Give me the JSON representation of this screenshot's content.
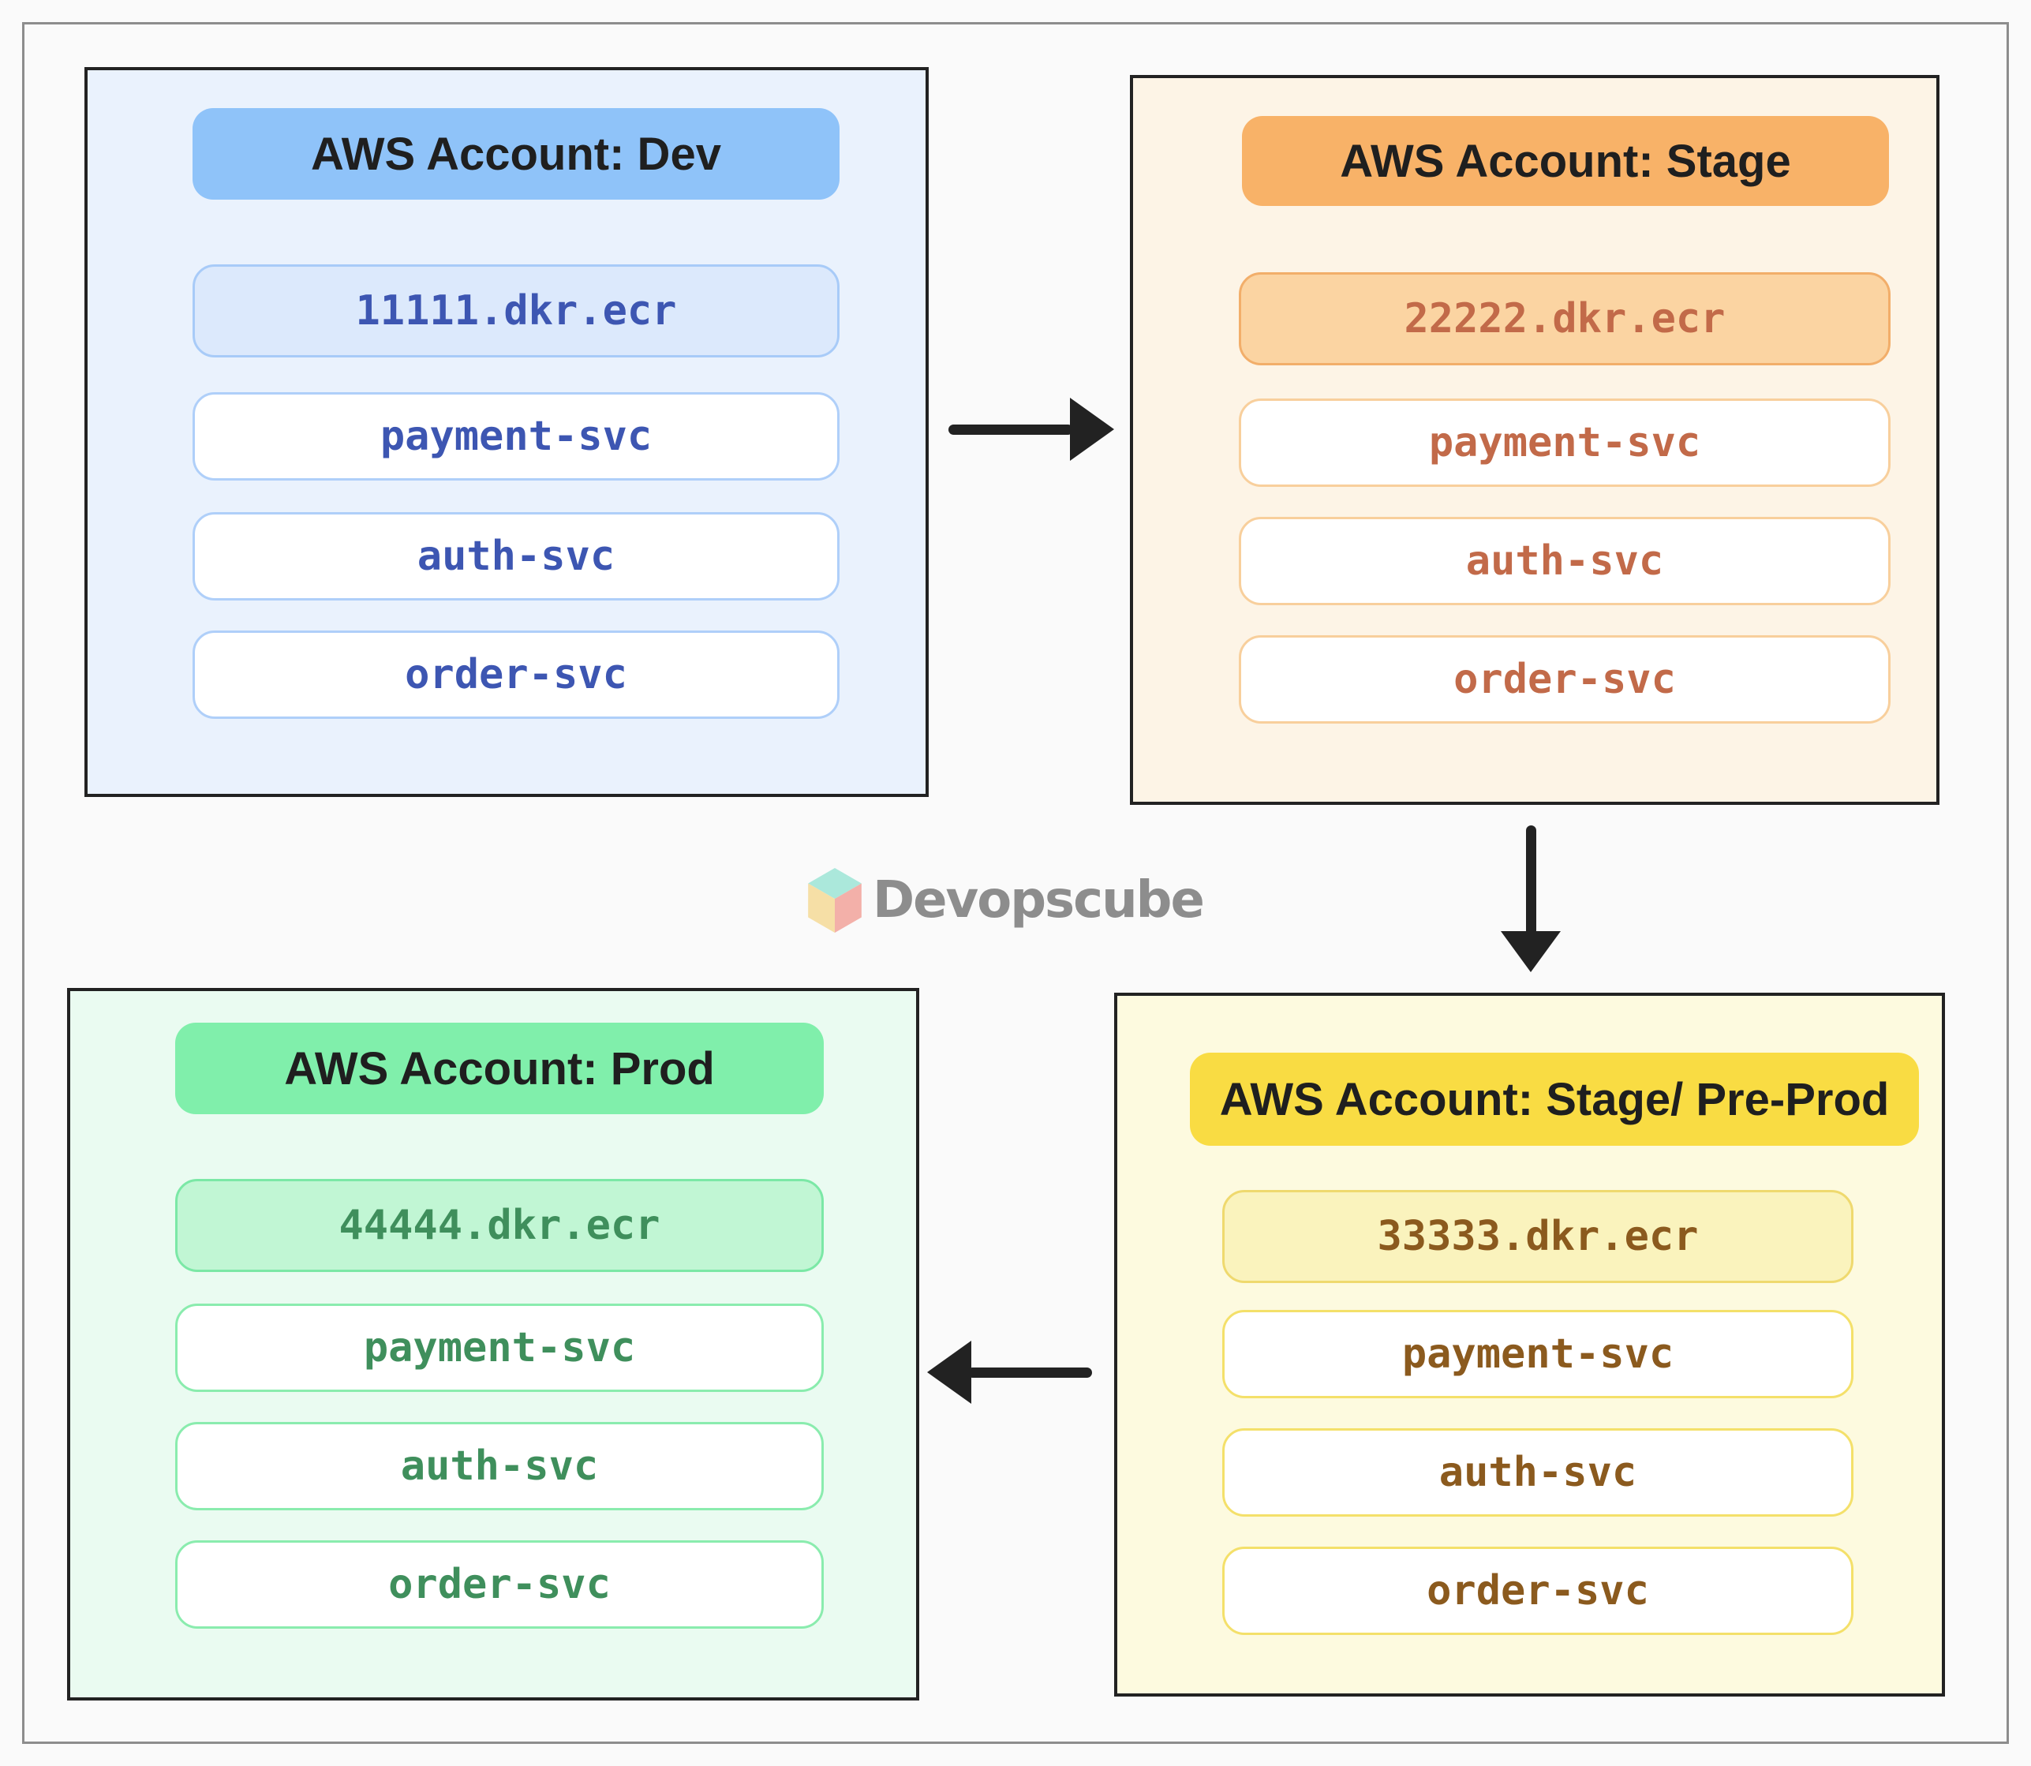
{
  "logo": {
    "text": "Devopscube",
    "text_color": "#8D8D8D",
    "cube_top_color": "#ABE8DB",
    "cube_left_color": "#F6DFA6",
    "cube_right_color": "#F3B0A9"
  },
  "accounts": [
    {
      "key": "dev",
      "title": "AWS Account: Dev",
      "ecr": "11111.dkr.ecr",
      "services": [
        "payment-svc",
        "auth-svc",
        "order-svc"
      ],
      "colors": {
        "box_bg": "#EAF2FD",
        "box_border": "#222222",
        "header_bg": "#8FC3F9",
        "ecr_bg": "#DCE9FC",
        "ecr_border": "#A8CBF8",
        "service_border": "#AFCFF9",
        "text": "#3D56B2",
        "header_text": "#1F1F1F"
      }
    },
    {
      "key": "stage",
      "title": "AWS Account: Stage",
      "ecr": "22222.dkr.ecr",
      "services": [
        "payment-svc",
        "auth-svc",
        "order-svc"
      ],
      "colors": {
        "box_bg": "#FDF4E6",
        "box_border": "#222222",
        "header_bg": "#F8B268",
        "ecr_bg": "#FBD4A2",
        "ecr_border": "#F2AE6A",
        "service_border": "#F8CF9C",
        "text": "#C26A49",
        "header_text": "#1F1F1F"
      }
    },
    {
      "key": "prod",
      "title": "AWS Account: Prod",
      "ecr": "44444.dkr.ecr",
      "services": [
        "payment-svc",
        "auth-svc",
        "order-svc"
      ],
      "colors": {
        "box_bg": "#EAFBF1",
        "box_border": "#222222",
        "header_bg": "#80EFAB",
        "ecr_bg": "#C1F6D4",
        "ecr_border": "#7BE8A6",
        "service_border": "#8AECAE",
        "text": "#3F8F5C",
        "header_text": "#1F1F1F"
      }
    },
    {
      "key": "preprod",
      "title": "AWS Account: Stage/ Pre-Prod",
      "ecr": "33333.dkr.ecr",
      "services": [
        "payment-svc",
        "auth-svc",
        "order-svc"
      ],
      "colors": {
        "box_bg": "#FDFADF",
        "box_border": "#222222",
        "header_bg": "#F9DC43",
        "ecr_bg": "#FAF3BD",
        "ecr_border": "#EFD96E",
        "service_border": "#F4E06A",
        "text": "#8B5A1E",
        "header_text": "#1F1F1F"
      }
    }
  ],
  "arrows": [
    {
      "from": "AWS Account: Dev",
      "to": "AWS Account: Stage",
      "direction": "right",
      "color": "#222222"
    },
    {
      "from": "AWS Account: Stage",
      "to": "AWS Account: Stage/ Pre-Prod",
      "direction": "down",
      "color": "#222222"
    },
    {
      "from": "AWS Account: Stage/ Pre-Prod",
      "to": "AWS Account: Prod",
      "direction": "left",
      "color": "#222222"
    }
  ]
}
